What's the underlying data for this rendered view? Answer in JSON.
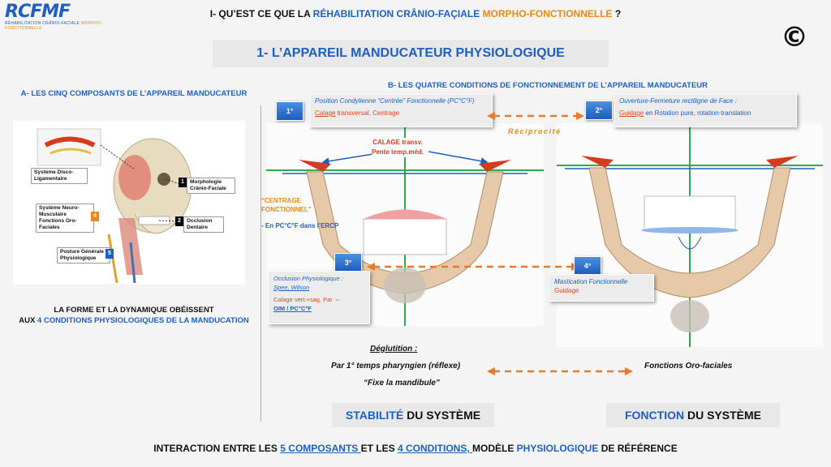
{
  "logo": {
    "text": "RCFMF",
    "subtitle_left": "RÉHABILITATION CRÂNIO-FACIALE",
    "subtitle_right": "MORPHO-FONCTIONNELLE"
  },
  "header": {
    "prefix": "I- QU’EST CE QUE LA ",
    "part1": "RÉHABILITATION CRÂNIO-FAÇIALE",
    "part2": "MORPHO-FONCTIONNELLE",
    "suffix": " ?",
    "copyright": "©"
  },
  "main_title": "1- L’APPAREIL MANDUCATEUR PHYSIOLOGIQUE",
  "section_a": {
    "title": "A- LES CINQ COMPOSANTS DE L’APPAREIL MANDUCATEUR",
    "labels": [
      {
        "num": "",
        "text": "Système Disco-Ligamentaire"
      },
      {
        "num": "1",
        "text": "Morphologie Crânio-Faciale"
      },
      {
        "num": "4",
        "text": "Système Neuro-Musculaire Fonctions Oro-Faciales"
      },
      {
        "num": "2",
        "text": "Occlusion Dentaire"
      },
      {
        "num": "5",
        "text": "Posture Générale Physiologique"
      }
    ],
    "caption_line1": "LA FORME ET LA DYNAMIQUE OBÉISSENT",
    "caption_line2_pre": "AUX ",
    "caption_line2_hl": "4 CONDITIONS PHYSIOLOGIQUES DE LA MANDUCATION"
  },
  "section_b": {
    "title": "B- LES QUATRE CONDITIONS DE FONCTIONNEMENT DE L’APPAREIL MANDUCATEUR",
    "c1": {
      "num": "1°",
      "title": "Position Condylienne “Centrée” Fonctionnelle (PC°C°F)",
      "sub_u": "Calage",
      "sub_rest": " transversal, Centrage"
    },
    "c2": {
      "num": "2°",
      "title": "Ouverture-Fermeture rectiligne de Face :",
      "sub_u": "Guidage",
      "sub_rest": " en Rotation pure, rotation-translation"
    },
    "c3": {
      "num": "3°",
      "title": "Occlusion Physiologique :",
      "sub1": "Spee, Wilson",
      "sub2": "Calage vert.+sag. Par ⇔",
      "sub3": "OIM / PC°C°F"
    },
    "c4": {
      "num": "4°",
      "title": "Mastication Fonctionnelle",
      "sub": "Guidage"
    },
    "reciprocite": "Réciprocité",
    "calage_line1": "CALAGE transv.",
    "calage_line2": "Pente temp.méd.",
    "centrage_line1": "“CENTRAGE",
    "centrage_line2": "FONCTIONNEL”",
    "centrage_line3": "- En PC°C°F dans l’ERCP",
    "deglutition_title": "Déglutition :",
    "deglutition_line1": "Par 1° temps  pharyngien (réflexe)",
    "deglutition_line2": "“Fixe la mandibule”",
    "fonctions": "Fonctions Oro-faciales"
  },
  "stabilite": {
    "hl": "STABILITÉ",
    "rest": " DU SYSTÈME"
  },
  "fonction": {
    "hl": "FONCTION",
    "rest": " DU SYSTÈME"
  },
  "footer": {
    "p1": "INTERACTION ENTRE LES ",
    "p2": "5 COMPOSANTS ",
    "p3": "ET LES ",
    "p4": "4 CONDITIONS, ",
    "p5": "MODÈLE ",
    "p6": "PHYSIOLOGIQUE",
    "p7": " DE RÉFÉRENCE"
  },
  "colors": {
    "blue": "#1f5fbf",
    "orange": "#e8891a",
    "red": "#d63b1f",
    "arrow": "#e87a2c"
  }
}
